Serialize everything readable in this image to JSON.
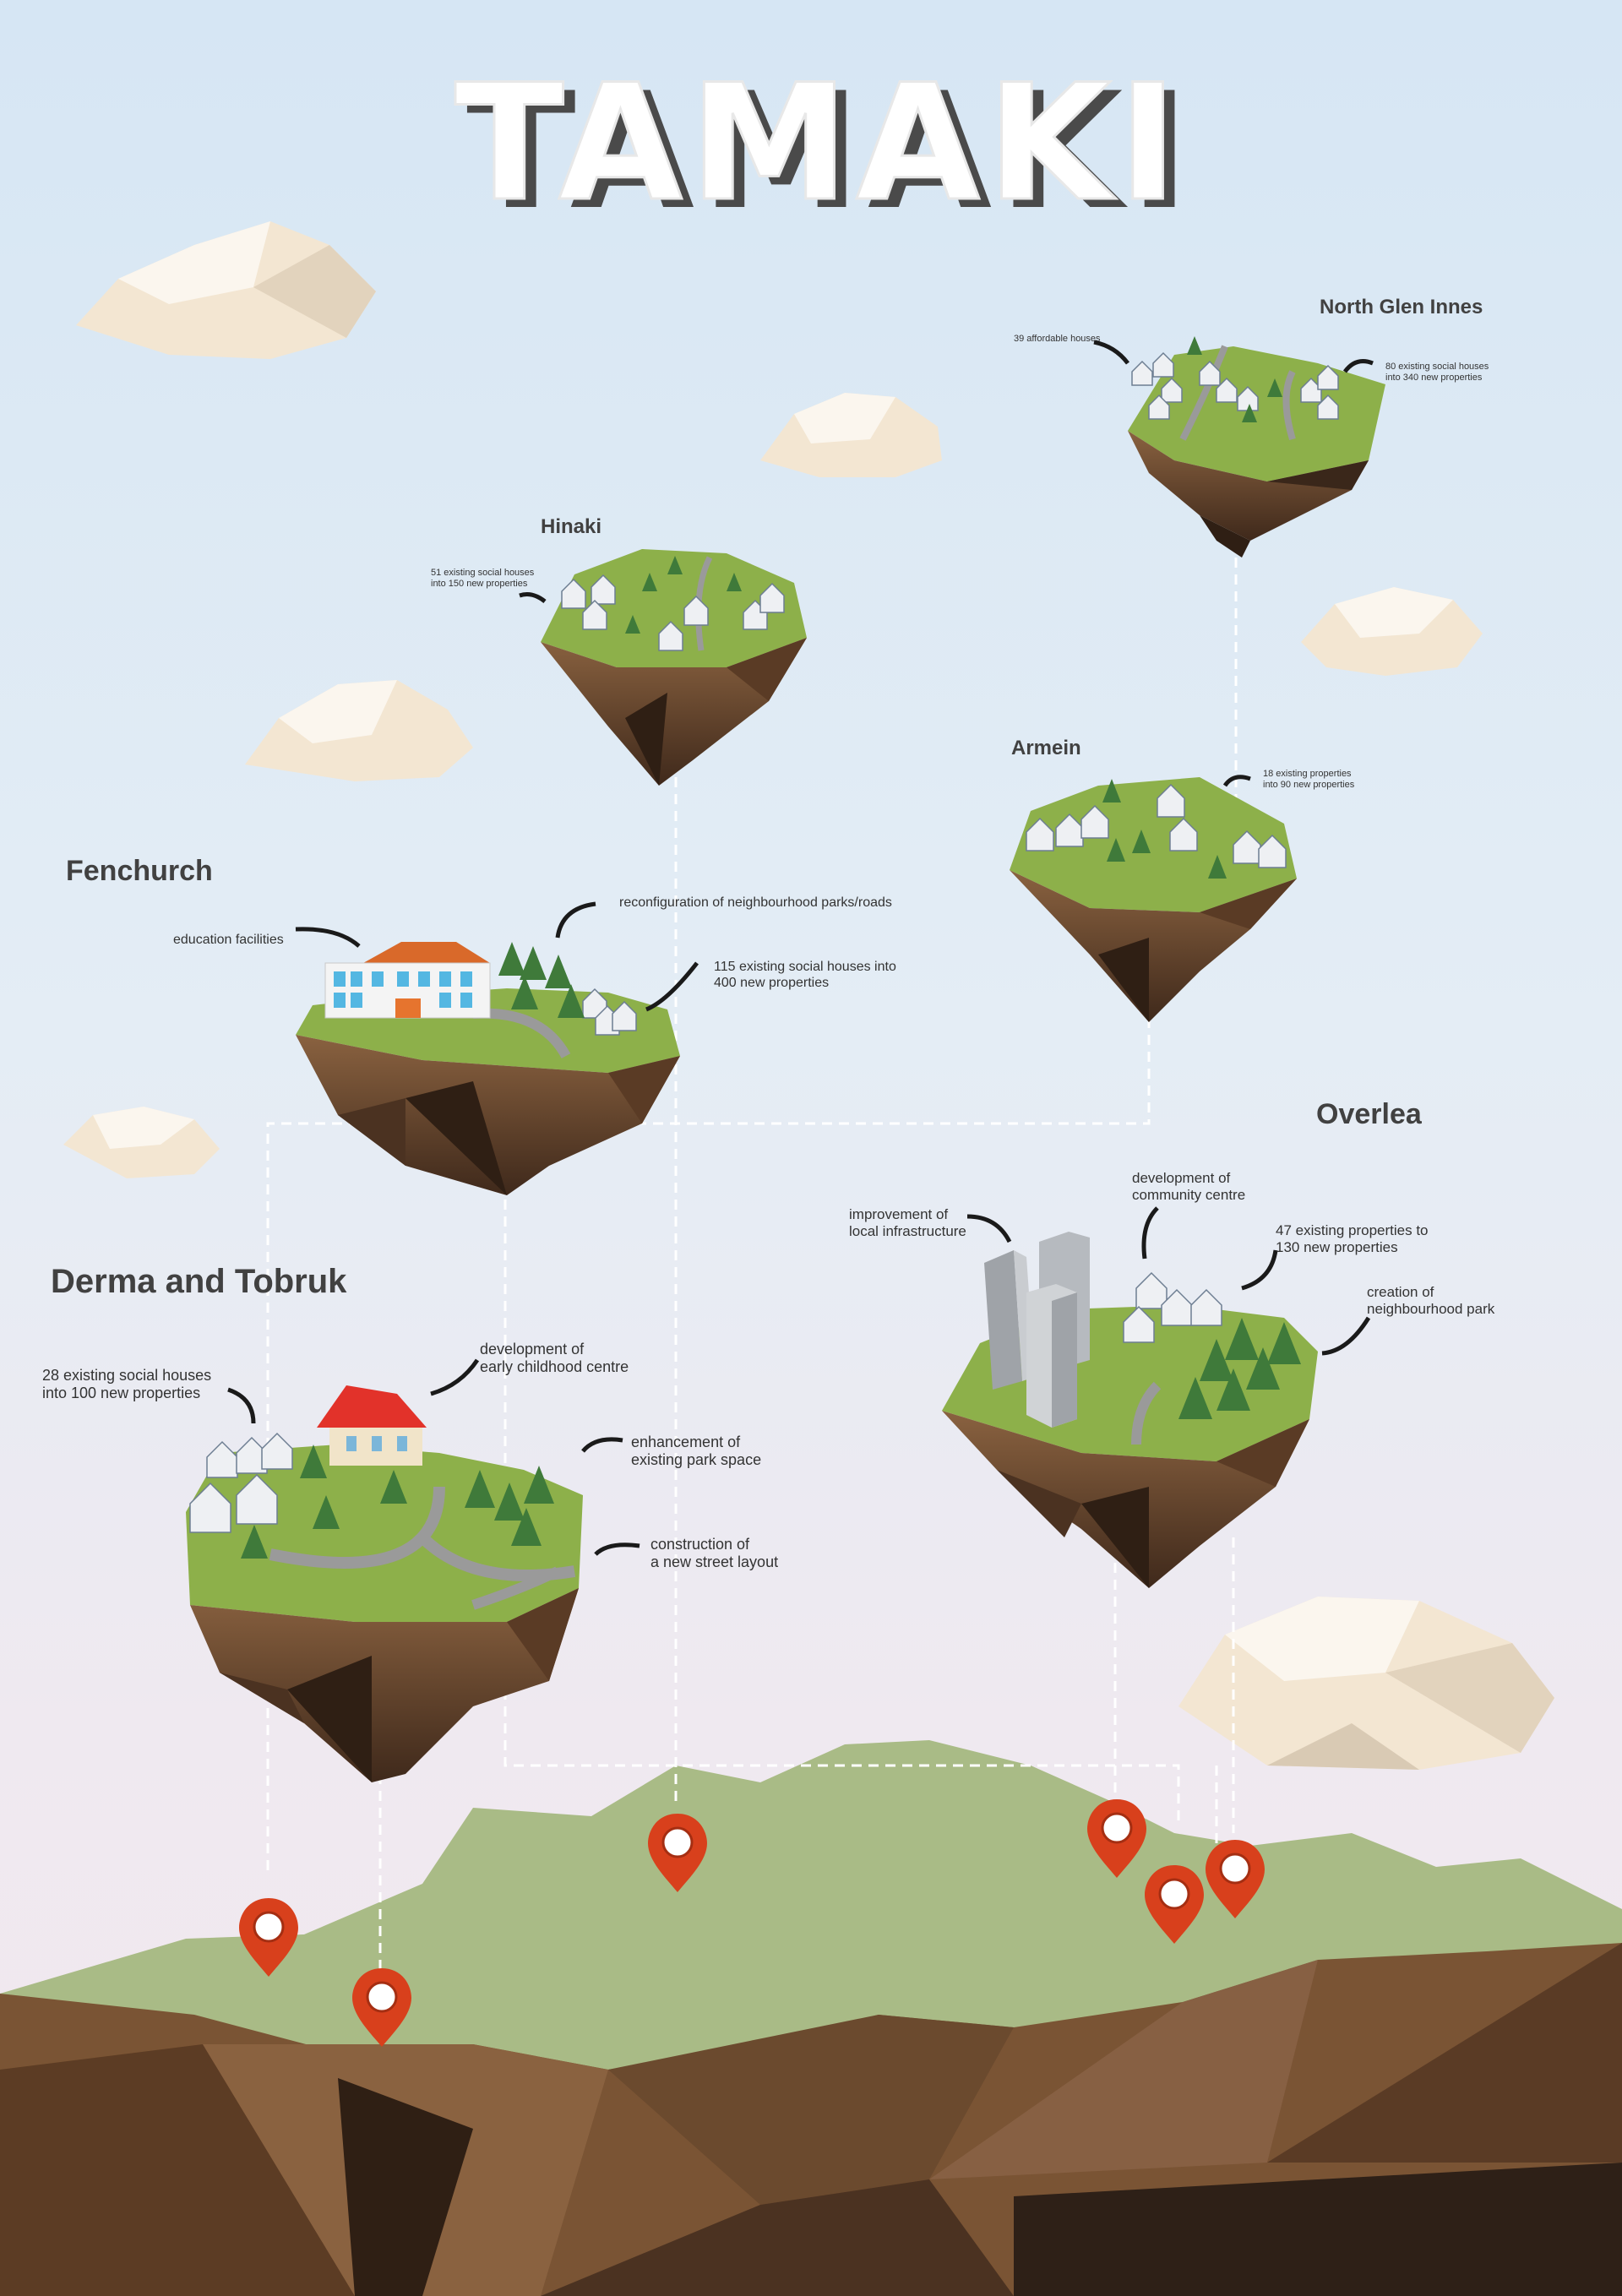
{
  "title": "TAMAKI",
  "areas": {
    "north_glen_innes": {
      "name": "North Glen Innes",
      "notes": [
        "39 affordable houses",
        "80 existing social houses\ninto 340 new properties"
      ]
    },
    "hinaki": {
      "name": "Hinaki",
      "notes": [
        "51 existing social houses\ninto 150 new properties"
      ]
    },
    "armein": {
      "name": "Armein",
      "notes": [
        "18 existing properties\ninto 90 new properties"
      ]
    },
    "fenchurch": {
      "name": "Fenchurch",
      "notes": [
        "education facilities",
        "reconfiguration of neighbourhood parks/roads",
        "115 existing social houses into\n400 new properties"
      ]
    },
    "overlea": {
      "name": "Overlea",
      "notes": [
        "improvement of\nlocal infrastructure",
        "development of\ncommunity centre",
        "47 existing properties to\n130 new properties",
        "creation of\nneighbourhood park"
      ]
    },
    "derma_tobruk": {
      "name": "Derma and Tobruk",
      "notes": [
        "28 existing social houses\ninto 100 new properties",
        "development of\nearly childhood centre",
        "enhancement of\nexisting park space",
        "construction of\na new street layout"
      ]
    }
  },
  "colors": {
    "grass": "#8db04a",
    "grass_dark": "#6e9438",
    "soil": "#7a5434",
    "soil_dark": "#4a3020",
    "pin": "#d8401c",
    "map_land": "#a9bb86",
    "cloud": "#f5ece0",
    "dash": "#ffffff"
  }
}
